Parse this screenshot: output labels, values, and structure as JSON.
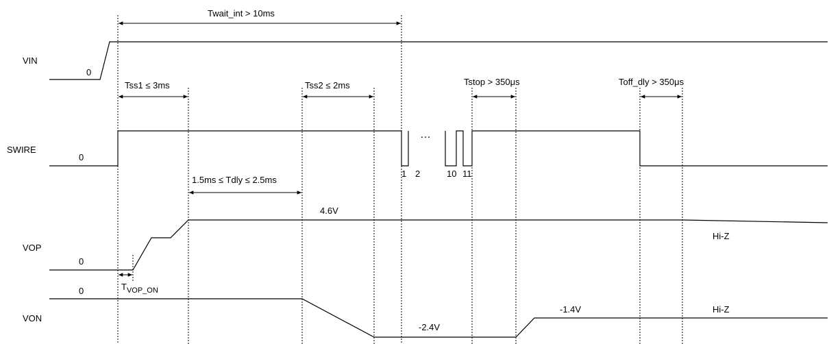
{
  "signals": {
    "vin": {
      "label": "VIN",
      "level0": "0"
    },
    "swire": {
      "label": "SWIRE",
      "level0": "0",
      "pulse_labels": [
        "1",
        "2",
        "10",
        "11"
      ],
      "ellipsis": "…"
    },
    "vop": {
      "label": "VOP",
      "level0": "0",
      "high": "4.6V",
      "hiz": "Hi-Z"
    },
    "von": {
      "label": "VON",
      "level0": "0",
      "low1": "-2.4V",
      "low2": "-1.4V",
      "hiz": "Hi-Z"
    }
  },
  "timings": {
    "twait": "Twait_int > 10ms",
    "tss1": "Tss1 ≤ 3ms",
    "tss2": "Tss2 ≤ 2ms",
    "tstop": "Tstop > 350μs",
    "toff": "Toff_dly > 350μs",
    "tdly": "1.5ms ≤ Tdly ≤ 2.5ms",
    "tvop_main": "T",
    "tvop_sub": "VOP_ON"
  }
}
